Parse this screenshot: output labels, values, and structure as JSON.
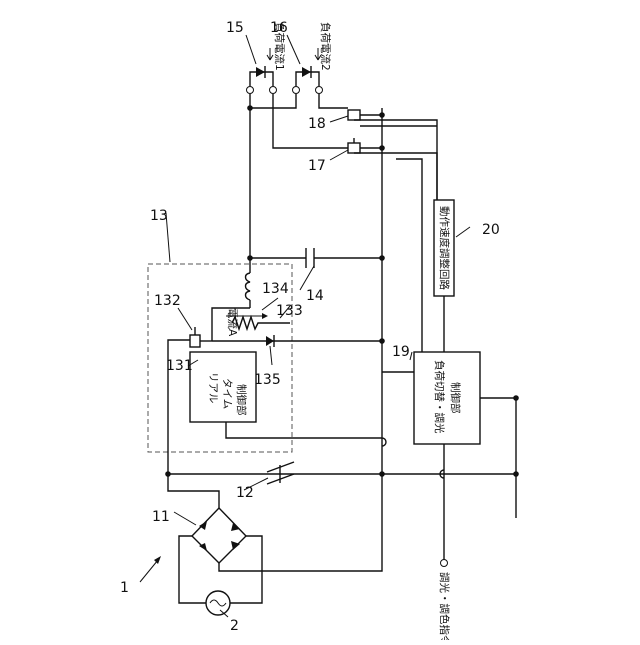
{
  "figure": {
    "ref_circuit": "1",
    "ref_ac_source": "2",
    "ref_rectifier": "11",
    "ref_cap_input": "12",
    "ref_converter": "13",
    "ref_cap_output": "14",
    "ref_led1": "15",
    "ref_led2": "16",
    "ref_switch1": "17",
    "ref_switch2": "18",
    "ref_load_controller": "19",
    "ref_speed_circuit": "20",
    "ref_rt_controller": "131",
    "ref_transistor": "132",
    "ref_resistor": "133",
    "ref_inductor": "134",
    "ref_diode": "135"
  },
  "labels": {
    "load_current_1": "負荷電流1",
    "load_current_2": "負荷電流2",
    "current_a": "電流A",
    "rt_line1": "リアル",
    "rt_line2": "タイム",
    "rt_line3": "制御部",
    "lc_line1": "負荷切替・調光",
    "lc_line2": "制御部",
    "speed_circuit": "動作速度調整回路",
    "dimming_command": "調光・調色指令"
  }
}
